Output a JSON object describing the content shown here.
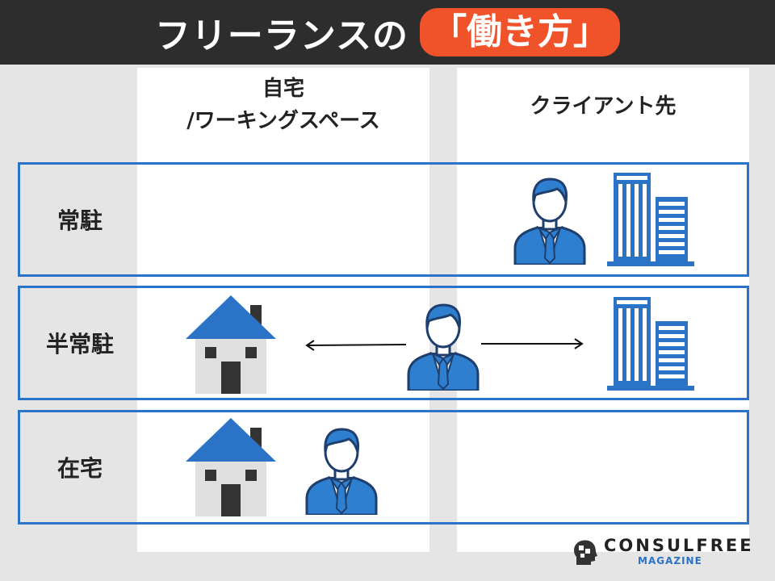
{
  "header": {
    "title_main": "フリーランスの",
    "title_highlight": "「働き方」"
  },
  "columns": [
    {
      "line1": "自宅",
      "line2": "/ワーキングスペース"
    },
    {
      "line1": "クライアント先"
    }
  ],
  "rows": [
    {
      "label": "常駐"
    },
    {
      "label": "半常駐"
    },
    {
      "label": "在宅"
    }
  ],
  "colors": {
    "header_bg": "#2d2d2d",
    "accent": "#f0522a",
    "border_blue": "#2b73c7",
    "icon_blue": "#2f7fd0"
  },
  "logo": {
    "main": "CONSULFREE",
    "sub": "MAGAZINE"
  },
  "icons": [
    "house-icon",
    "businessman-icon",
    "office-buildings-icon",
    "arrow-left-icon",
    "arrow-right-icon",
    "logo-icon"
  ]
}
